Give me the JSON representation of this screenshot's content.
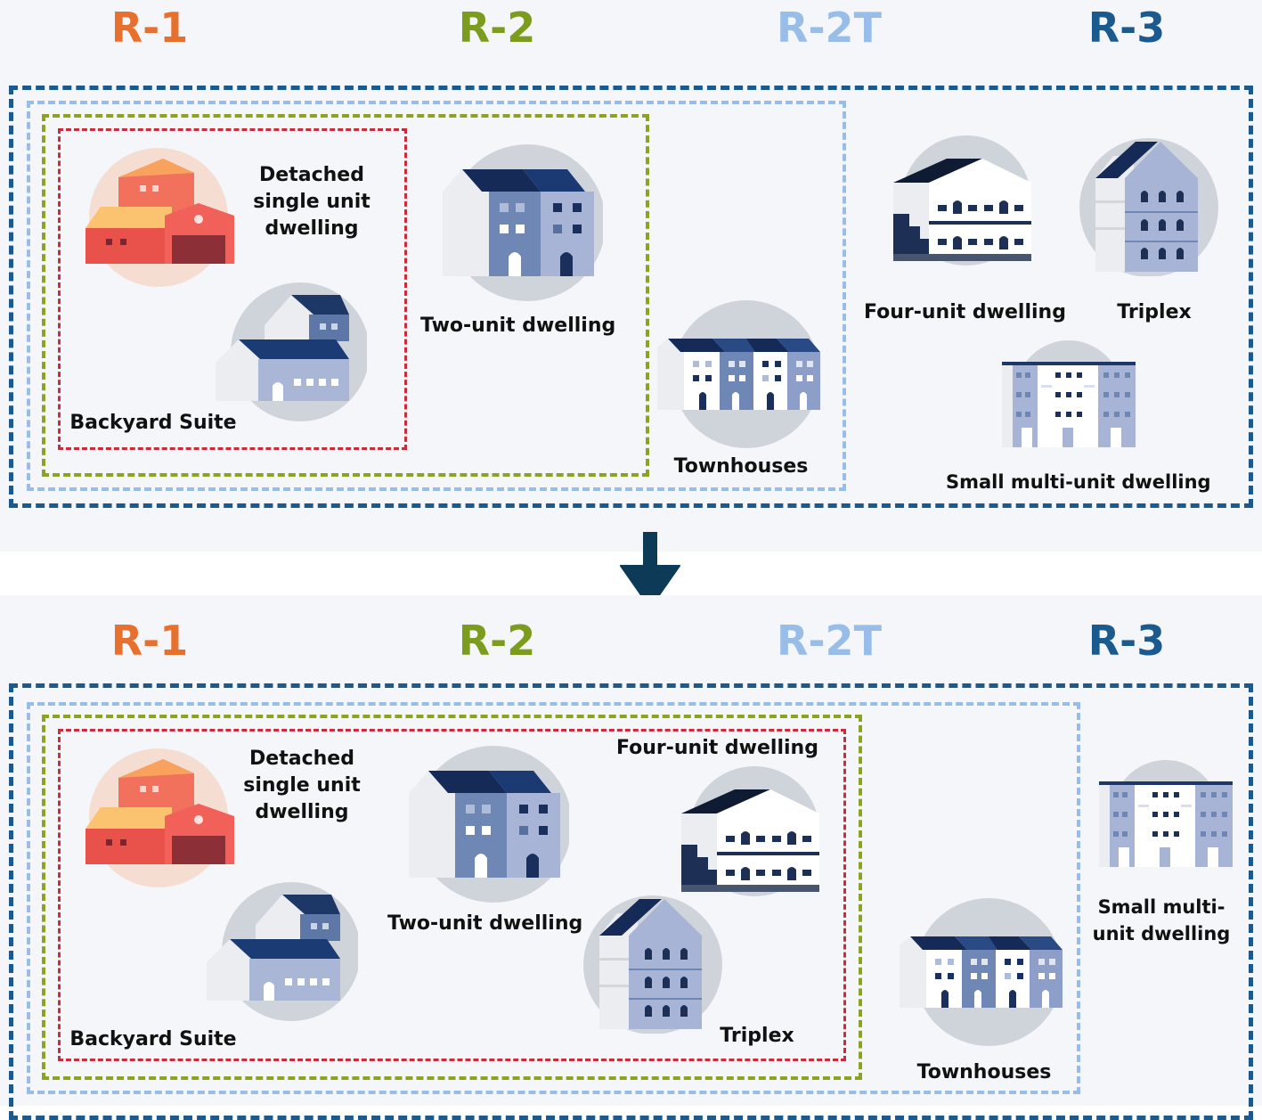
{
  "colors": {
    "r1": "#e8702e",
    "r2": "#7c9c1d",
    "r2t": "#98bde8",
    "r3": "#1b5a8e",
    "r1_box": "#cc2b3b",
    "r2_box": "#8aa323",
    "r2t_box": "#98bde8",
    "r3_box": "#1b5a8e",
    "arrow": "#0d3a57"
  },
  "zones": [
    "R-1",
    "R-2",
    "R-2T",
    "R-3"
  ],
  "before": {
    "labels": {
      "r1": "R-1",
      "r2": "R-2",
      "r2t": "R-2T",
      "r3": "R-3"
    },
    "captions": {
      "detached": "Detached single unit dwelling",
      "backyard": "Backyard Suite",
      "two_unit": "Two-unit dwelling",
      "townhouses": "Townhouses",
      "four_unit": "Four-unit dwelling",
      "triplex": "Triplex",
      "small_multi": "Small multi-unit dwelling"
    }
  },
  "after": {
    "labels": {
      "r1": "R-1",
      "r2": "R-2",
      "r2t": "R-2T",
      "r3": "R-3"
    },
    "captions": {
      "detached": "Detached single unit dwelling",
      "backyard": "Backyard Suite",
      "two_unit": "Two-unit dwelling",
      "four_unit": "Four-unit dwelling",
      "triplex": "Triplex",
      "townhouses": "Townhouses",
      "small_multi": "Small multi-unit dwelling"
    }
  },
  "icons": {
    "detached": "detached-house-icon",
    "backyard": "backyard-suite-icon",
    "two_unit": "two-unit-dwelling-icon",
    "townhouses": "townhouses-icon",
    "four_unit": "four-unit-dwelling-icon",
    "triplex": "triplex-icon",
    "small_multi": "small-multi-unit-icon",
    "arrow": "arrow-down-icon"
  }
}
